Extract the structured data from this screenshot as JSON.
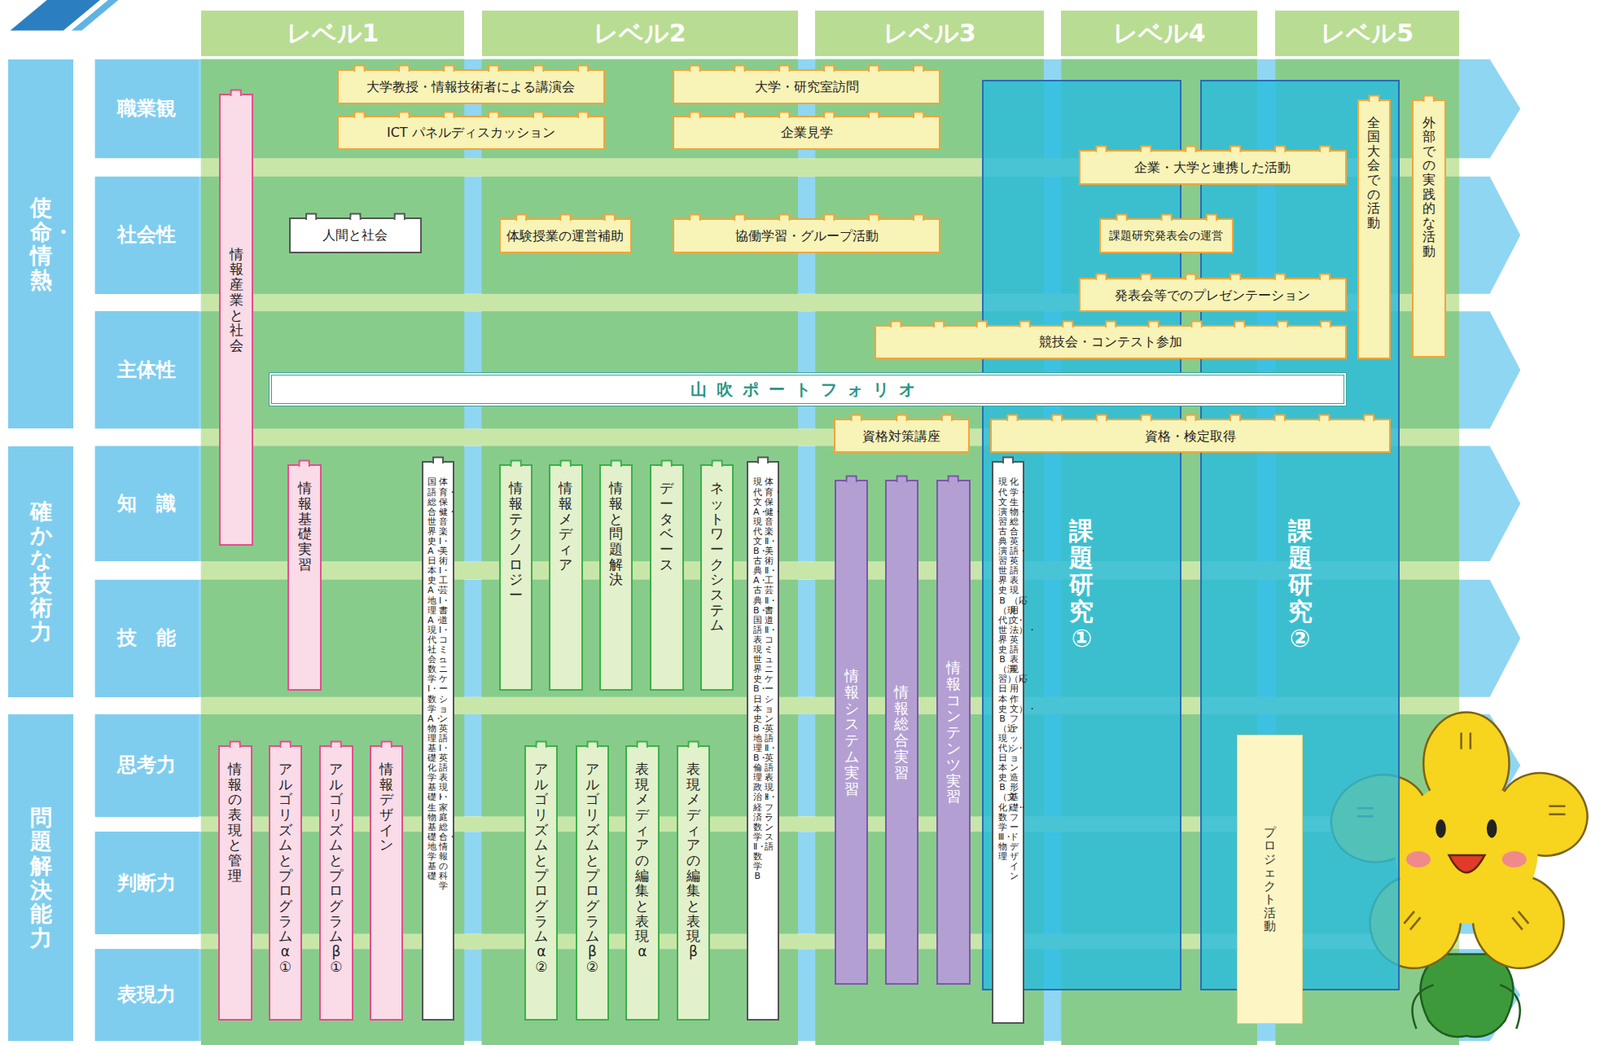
{
  "diagram": {
    "nodes": [
      {
        "text": [
          "レベル1"
        ]
      },
      {
        "text": [
          "レベル2"
        ]
      },
      {
        "text": [
          "レベル3"
        ]
      },
      {
        "text": [
          "レベル4"
        ]
      },
      {
        "text": [
          "レベル5"
        ]
      },
      {
        "text": [
          "使命・情熱"
        ]
      },
      {
        "text": [
          "確かな技術力"
        ]
      },
      {
        "text": [
          "問題解決能力"
        ]
      },
      {
        "text": [
          "職業観"
        ]
      },
      {
        "text": [
          "社会性"
        ]
      },
      {
        "text": [
          "主体性"
        ]
      },
      {
        "text": [
          "知　識"
        ]
      },
      {
        "text": [
          "技　能"
        ]
      },
      {
        "text": [
          "思考力"
        ]
      },
      {
        "text": [
          "判断力"
        ]
      },
      {
        "text": [
          "表現力"
        ]
      },
      {
        "text": [
          "課題研究①"
        ]
      },
      {
        "text": [
          "課題研究②"
        ]
      },
      {
        "text": [
          "大学教授・情報技術者による講演会"
        ]
      },
      {
        "text": [
          "ICT パネルディスカッション"
        ]
      },
      {
        "text": [
          "大学・研究室訪問"
        ]
      },
      {
        "text": [
          "企業見学"
        ]
      },
      {
        "text": [
          "企業・大学と連携した活動"
        ]
      },
      {
        "text": [
          "全国大会での活動"
        ]
      },
      {
        "text": [
          "外部での実践的な活動"
        ]
      },
      {
        "text": [
          "人間と社会"
        ]
      },
      {
        "text": [
          "体験授業の運営補助"
        ]
      },
      {
        "text": [
          "協働学習・グループ活動"
        ]
      },
      {
        "text": [
          "課題研究発表会の運営"
        ]
      },
      {
        "text": [
          "発表会等でのプレゼンテーション"
        ]
      },
      {
        "text": [
          "競技会・コンテスト参加"
        ]
      },
      {
        "text": [
          "山吹ポートフォリオ"
        ]
      },
      {
        "text": [
          "資格対策講座"
        ]
      },
      {
        "text": [
          "資格・検定取得"
        ]
      },
      {
        "text": [
          "情報産業と社会"
        ]
      },
      {
        "text": [
          "情報基礎実習"
        ]
      },
      {
        "text": [
          "体育・保健・音楽Ⅰ・美術Ⅰ・工芸Ⅰ・書道Ⅰ・コミュニケーション英語Ⅰ・英語表現Ⅰ・家庭総合・情報の科学",
          "国語総合・世界史A・日本史A・地理A・現代社会・数学Ⅰ・数学A・物理基礎・化学基礎・生物基礎・地学基礎"
        ]
      },
      {
        "text": [
          "情報テクノロジー"
        ]
      },
      {
        "text": [
          "情報メディア"
        ]
      },
      {
        "text": [
          "情報と問題解決"
        ]
      },
      {
        "text": [
          "データベース"
        ]
      },
      {
        "text": [
          "ネットワークシステム"
        ]
      },
      {
        "text": [
          "体育・保健・音楽Ⅱ・美術Ⅱ・工芸Ⅱ・書道Ⅱ・コミュニケーション英語Ⅱ・英語表現Ⅱ・フランス語",
          "現代文A・現代文B・古典A・古典B・国語表現・世界史B・日本史B・地理B・倫理・政治・経済・数学Ⅱ・数学B"
        ]
      },
      {
        "text": [
          "情報システム実習"
        ]
      },
      {
        "text": [
          "情報総合実習"
        ]
      },
      {
        "text": [
          "情報コンテンツ実習"
        ]
      },
      {
        "text": [
          "化学・生物・総合英語・英語表現（応用文法）・英語表現（応用作文）・ファッション造形基礎・フードデザイン",
          "現代文演習・古典演習・世界史B（現代）・世界史B（演習）・日本史B（近現代）・日本史B（文化）・数学Ⅲ・物理"
        ]
      },
      {
        "text": [
          "情報の表現と管理"
        ]
      },
      {
        "text": [
          "アルゴリズムとプログラムα①"
        ]
      },
      {
        "text": [
          "アルゴリズムとプログラムβ①"
        ]
      },
      {
        "text": [
          "情報デザイン"
        ]
      },
      {
        "text": [
          "アルゴリズムとプログラムα②"
        ]
      },
      {
        "text": [
          "アルゴリズムとプログラムβ②"
        ]
      },
      {
        "text": [
          "表現メディアの編集と表現α"
        ]
      },
      {
        "text": [
          "表現メディアの編集と表現β"
        ]
      },
      {
        "text": [
          "プロジェクト活動"
        ]
      }
    ]
  }
}
